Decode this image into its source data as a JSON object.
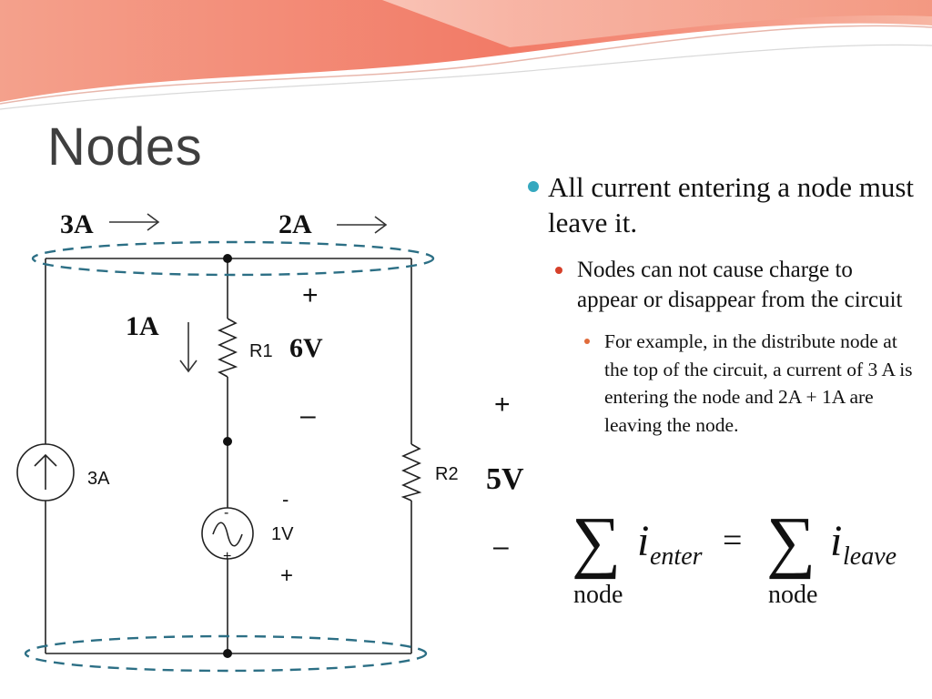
{
  "slide": {
    "title": "Nodes"
  },
  "bullets": [
    {
      "level": 1,
      "text": "All current entering a node must leave it."
    },
    {
      "level": 2,
      "text": "Nodes can not cause charge to appear or disappear from the circuit"
    },
    {
      "level": 3,
      "text": "For example, in the distribute node at the top of the circuit, a current of 3 A is entering the node and 2A + 1A are leaving the node."
    }
  ],
  "circuit": {
    "top_left_current": "3A",
    "top_right_current": "2A",
    "branch_current": "1A",
    "source_current": "3A",
    "r1_label": "R1",
    "r1_voltage": "6V",
    "r1_plus": "+",
    "r1_minus": "–",
    "r2_label": "R2",
    "r2_voltage": "5V",
    "r2_plus": "+",
    "r2_minus": "–",
    "vsource_voltage": "1V",
    "vsource_inner_minus": "-",
    "vsource_inner_plus": "+",
    "vsource_outer_minus": "-",
    "vsource_outer_plus": "+"
  },
  "equation": {
    "lhs_symbol": "i",
    "lhs_subscript": "enter",
    "lhs_under": "node",
    "equals": "=",
    "rhs_symbol": "i",
    "rhs_subscript": "leave",
    "rhs_under": "node"
  },
  "colors": {
    "title": "#3f3f3f",
    "bullet_l1": "#35a8bf",
    "bullet_l2": "#d6402a",
    "node_outline": "#2c6f85",
    "banner": "#f08f78"
  }
}
